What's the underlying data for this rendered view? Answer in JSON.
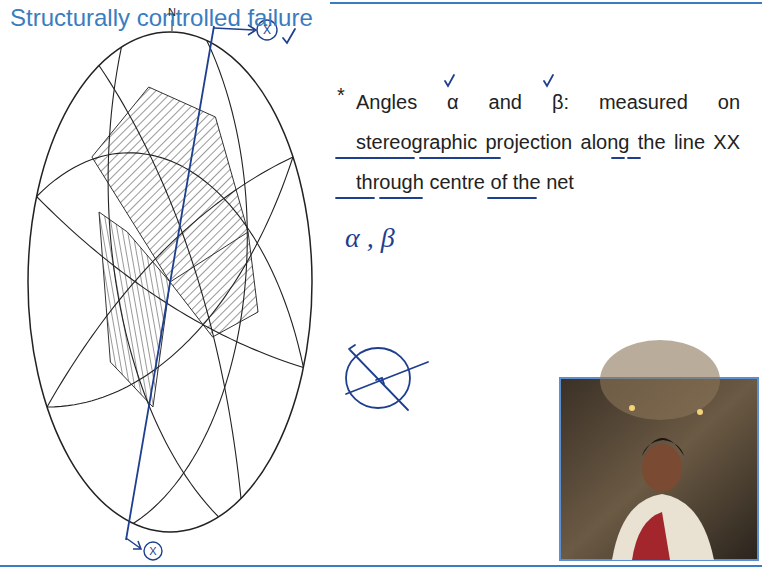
{
  "diagram": {
    "title": "Structurally controlled failure",
    "labels": [
      "N",
      "X",
      "X",
      "*",
      "Angles α and β: measured on stereographic projection along the line XX through centre of the net",
      "α , β"
    ]
  }
}
